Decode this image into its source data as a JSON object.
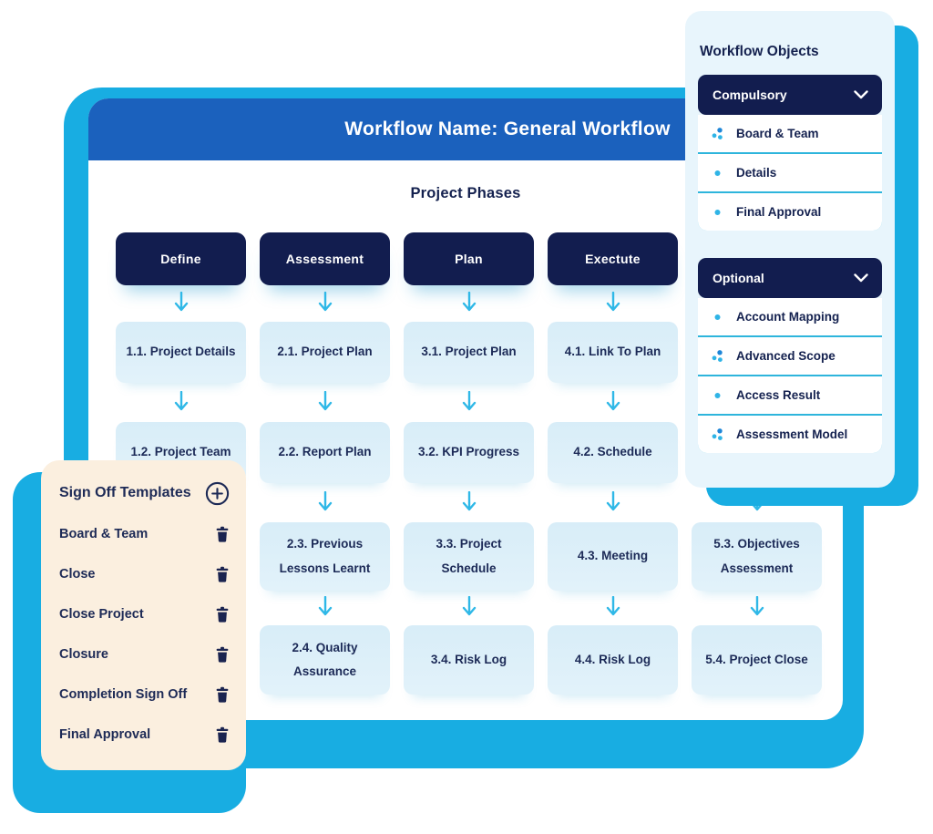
{
  "colors": {
    "accent_cyan": "#18ADE2",
    "header_blue": "#1B61BD",
    "navy": "#121D4F",
    "cell_blue": "#DCEFFA",
    "objects_panel_bg": "#E8F5FC",
    "templates_panel_bg": "#FBEFDF",
    "arrow_cyan": "#2FB8E7"
  },
  "workflow_header": {
    "title": "Workflow Name: General Workflow"
  },
  "project_phases": {
    "title": "Project Phases",
    "columns": [
      {
        "header": "Define",
        "cells": [
          "1.1. Project Details",
          "1.2. Project Team",
          "",
          ""
        ]
      },
      {
        "header": "Assessment",
        "cells": [
          "2.1. Project Plan",
          "2.2. Report Plan",
          "2.3. Previous Lessons Learnt",
          "2.4. Quality Assurance"
        ]
      },
      {
        "header": "Plan",
        "cells": [
          "3.1. Project Plan",
          "3.2. KPI Progress",
          "3.3. Project Schedule",
          "3.4. Risk Log"
        ]
      },
      {
        "header": "Exectute",
        "cells": [
          "4.1. Link To Plan",
          "4.2. Schedule",
          "4.3. Meeting",
          "4.4. Risk Log"
        ]
      },
      {
        "header": "",
        "cells": [
          "",
          "",
          "5.3. Objectives Assessment",
          "5.4. Project Close"
        ]
      }
    ]
  },
  "workflow_objects": {
    "title": "Workflow Objects",
    "groups": [
      {
        "label": "Compulsory",
        "items": [
          {
            "label": "Board & Team",
            "icon": "team-dots-icon"
          },
          {
            "label": "Details",
            "icon": "dot-icon"
          },
          {
            "label": "Final Approval",
            "icon": "dot-icon"
          }
        ]
      },
      {
        "label": "Optional",
        "items": [
          {
            "label": "Account Mapping",
            "icon": "dot-icon"
          },
          {
            "label": "Advanced Scope",
            "icon": "team-dots-icon"
          },
          {
            "label": "Access Result",
            "icon": "dot-icon"
          },
          {
            "label": "Assessment Model",
            "icon": "team-dots-icon"
          }
        ]
      }
    ]
  },
  "sign_off_templates": {
    "title": "Sign Off Templates",
    "items": [
      "Board & Team",
      "Close",
      "Close Project",
      "Closure",
      "Completion Sign Off",
      "Final Approval"
    ]
  }
}
